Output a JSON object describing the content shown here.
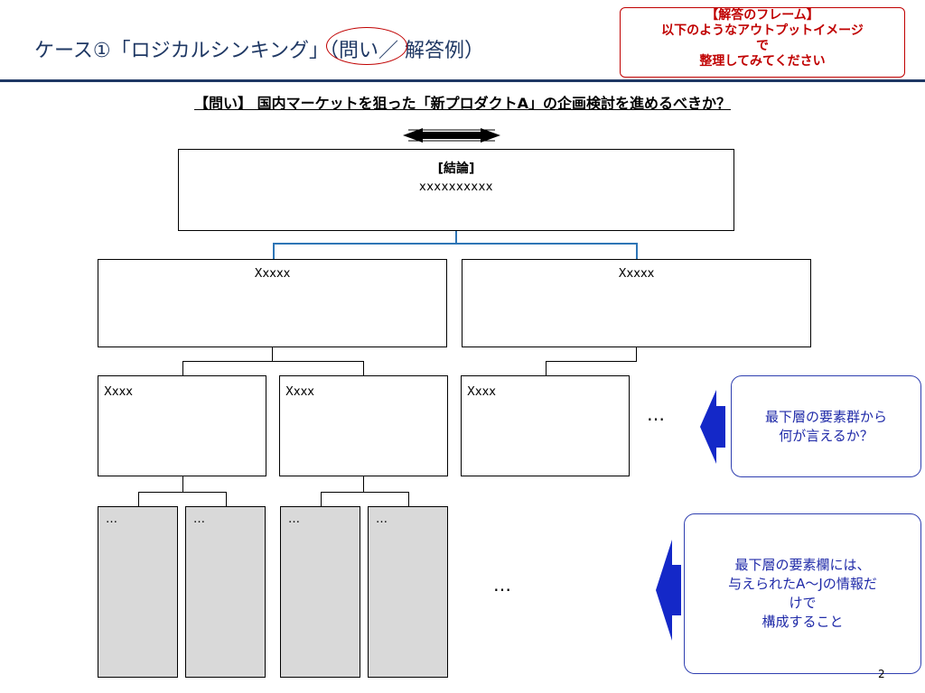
{
  "header": {
    "title_prefix": "ケース①「ロジカルシンキング」（",
    "title_question": "問い",
    "title_suffix": "／ 解答例）",
    "frame_note": {
      "lines": [
        "【解答のフレーム】",
        "以下のようなアウトプットイメージ",
        "で",
        "整理してみてください"
      ]
    }
  },
  "question": "【問い】 国内マーケットを狙った「新プロダクトA」の企画検討を進めるべきか？",
  "tree": {
    "conclusion": {
      "heading": "[結論]",
      "value": "xxxxxxxxxx"
    },
    "level2": [
      "Xxxxx",
      "Xxxxx"
    ],
    "level3": [
      "Xxxx",
      "Xxxx",
      "Xxxx"
    ],
    "level3_more": "…",
    "level4": [
      "…",
      "…",
      "…",
      "…"
    ],
    "level4_more": "…"
  },
  "callouts": {
    "top": [
      "最下層の要素群から",
      "何が言えるか？"
    ],
    "bottom": [
      "最下層の要素欄には、",
      "与えられたA～Jの情報だ",
      "けで",
      "構成すること"
    ]
  },
  "colors": {
    "title": "#1f3864",
    "accent_red": "#c00000",
    "callout_blue": "#1f2aa8",
    "connector_blue": "#2e75b6",
    "leaf_gray": "#d9d9d9"
  },
  "page_number": "2"
}
